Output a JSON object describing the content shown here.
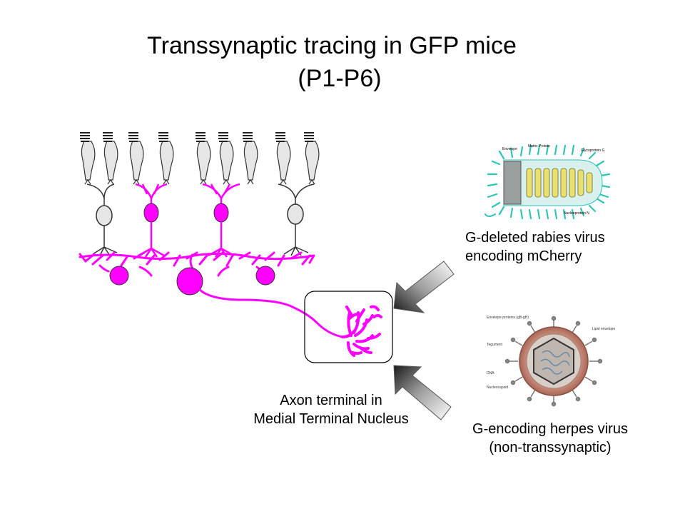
{
  "title": {
    "line1": "Transsynaptic tracing in GFP mice",
    "line2": "(P1-P6)"
  },
  "labels": {
    "rabies_line1": "G-deleted rabies virus",
    "rabies_line2": "encoding mCherry",
    "herpes_line1": "G-encoding herpes virus",
    "herpes_line2": "(non-transsynaptic)",
    "axon_line1": "Axon terminal in",
    "axon_line2": "Medial Terminal Nucleus"
  },
  "rabies_parts": [
    "Envelope",
    "Matrix Protein",
    "Glycoprotein G",
    "Nucleoprotein N"
  ],
  "herpes_parts": [
    "Envelope proteins (gB-gH)",
    "Lipid envelope",
    "Tegument",
    "DNA",
    "Nucleocapsid"
  ],
  "colors": {
    "labeled_neuron": "#ff00ff",
    "unlabeled_neuron": "#e6e6e6",
    "rabies_spikes": "#2ec4b6",
    "rabies_core": "#e8e070",
    "herpes_shell": "#c87a6a"
  }
}
